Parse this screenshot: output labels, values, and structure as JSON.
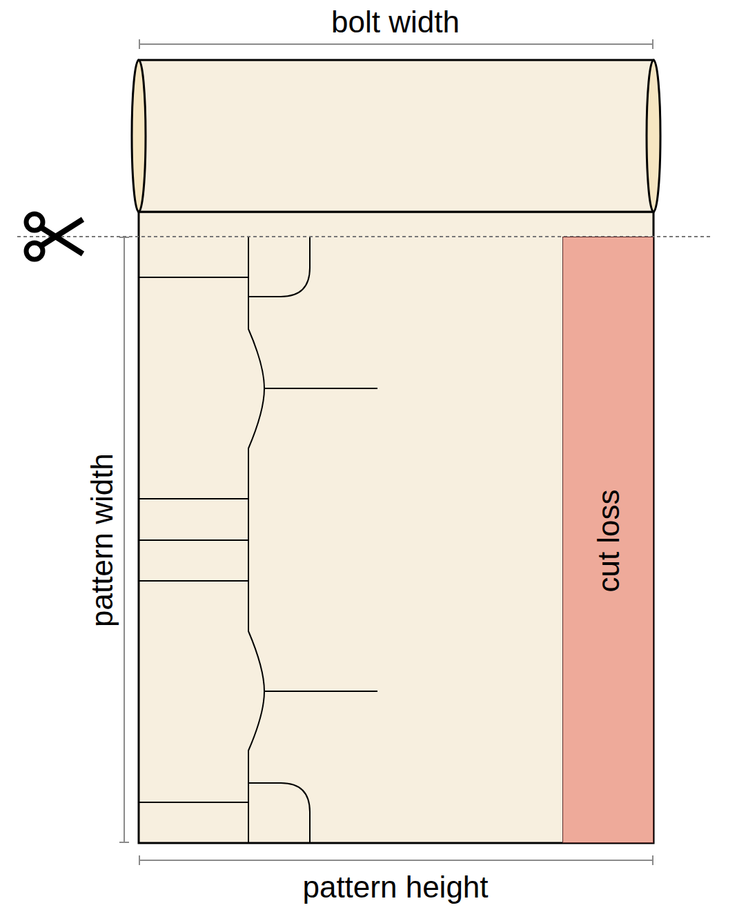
{
  "diagram": {
    "nodes": [
      {
        "text": [
          "cut loss"
        ]
      }
    ],
    "labels": [
      "bolt width",
      "pattern width",
      "pattern height"
    ]
  }
}
